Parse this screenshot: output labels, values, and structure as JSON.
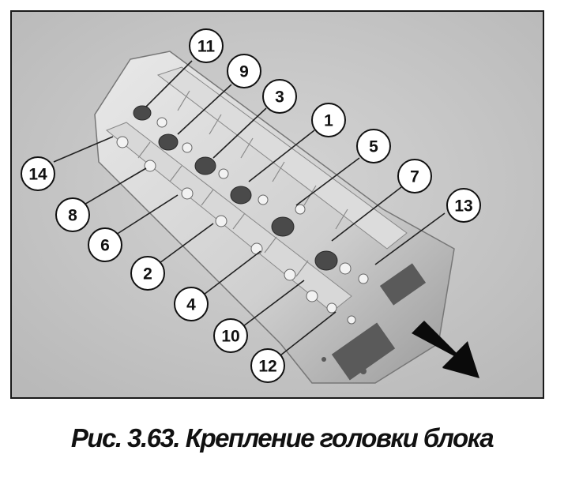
{
  "figure": {
    "caption": "Рис. 3.63. Крепление головки блока",
    "callouts": [
      "11",
      "9",
      "3",
      "1",
      "5",
      "7",
      "13",
      "14",
      "8",
      "6",
      "2",
      "4",
      "10",
      "12"
    ]
  }
}
